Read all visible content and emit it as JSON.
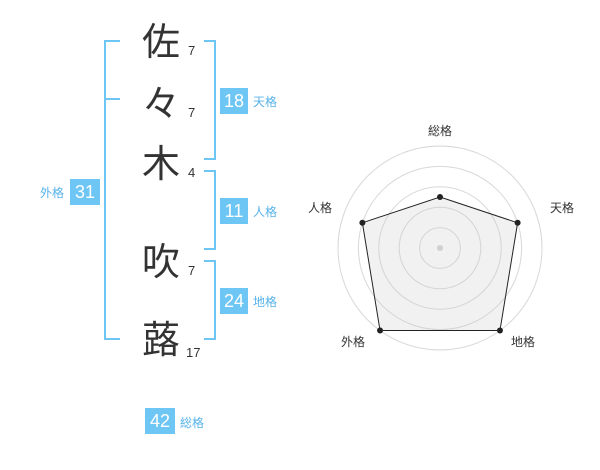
{
  "name": {
    "chars": [
      {
        "char": "佐",
        "strokes": "7"
      },
      {
        "char": "々",
        "strokes": "7"
      },
      {
        "char": "木",
        "strokes": "4"
      },
      {
        "char": "吹",
        "strokes": "7"
      },
      {
        "char": "蕗",
        "strokes": "17"
      }
    ]
  },
  "kakusu": {
    "tenkaku": {
      "value": "18",
      "label": "天格"
    },
    "jinkaku": {
      "value": "11",
      "label": "人格"
    },
    "chikaku": {
      "value": "24",
      "label": "地格"
    },
    "gaikaku": {
      "value": "31",
      "label": "外格"
    },
    "soukaku": {
      "value": "42",
      "label": "総格"
    }
  },
  "chart_data": {
    "type": "radar",
    "axes": [
      "総格",
      "天格",
      "地格",
      "外格",
      "人格"
    ],
    "values": [
      2.5,
      4,
      5,
      5,
      4
    ],
    "range": [
      0,
      5
    ],
    "grid": true
  }
}
